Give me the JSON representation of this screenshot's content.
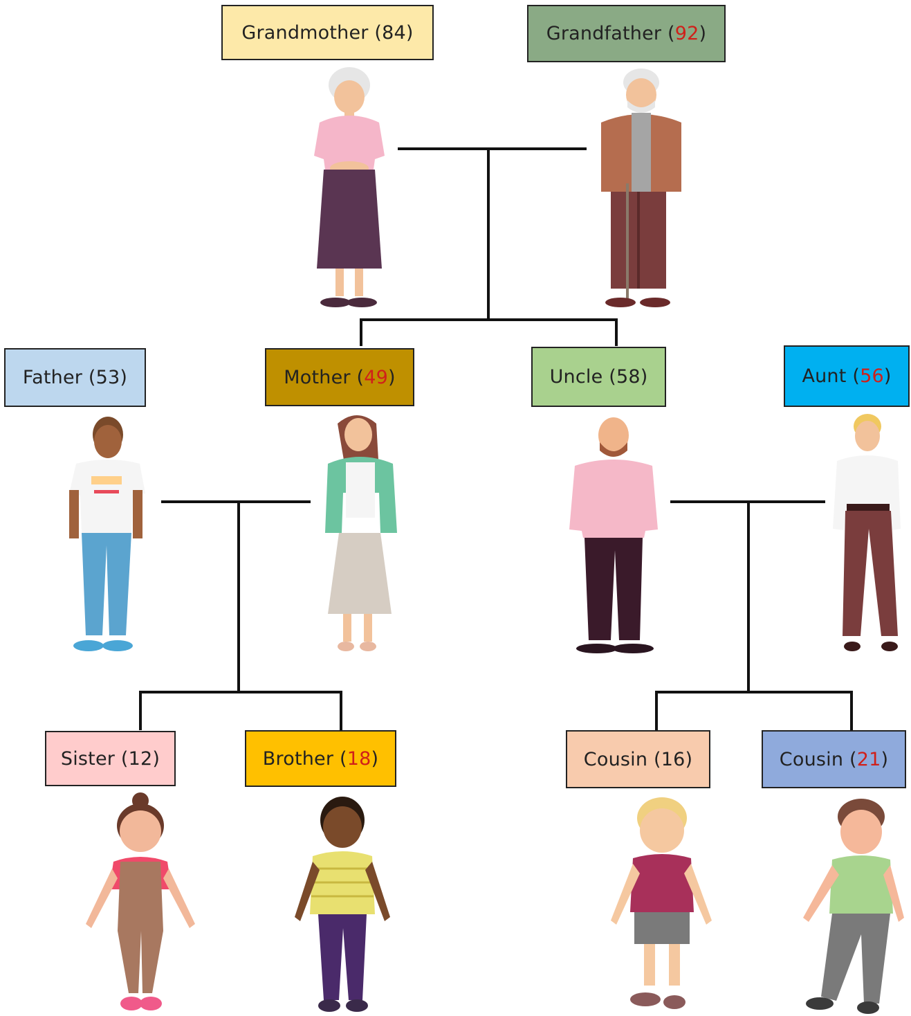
{
  "members": {
    "grandmother": {
      "name": "Grandmother",
      "age": "84",
      "color": "#fde9a9",
      "age_red": false
    },
    "grandfather": {
      "name": "Grandfather",
      "age": "92",
      "color": "#8aaa85",
      "age_red": true
    },
    "father": {
      "name": "Father",
      "age": "53",
      "color": "#bdd7ee",
      "age_red": false
    },
    "mother": {
      "name": "Mother",
      "age": "49",
      "color": "#bf9000",
      "age_red": true
    },
    "uncle": {
      "name": "Uncle",
      "age": "58",
      "color": "#a9d18e",
      "age_red": false
    },
    "aunt": {
      "name": "Aunt",
      "age": "56",
      "color": "#00b0f0",
      "age_red": true
    },
    "sister": {
      "name": "Sister",
      "age": "12",
      "color": "#ffcccc",
      "age_red": false
    },
    "brother": {
      "name": "Brother",
      "age": "18",
      "color": "#ffc000",
      "age_red": true
    },
    "cousin1": {
      "name": "Cousin",
      "age": "16",
      "color": "#f8cbad",
      "age_red": false
    },
    "cousin2": {
      "name": "Cousin",
      "age": "21",
      "color": "#8faadc",
      "age_red": true
    }
  },
  "line_color": "#111111"
}
